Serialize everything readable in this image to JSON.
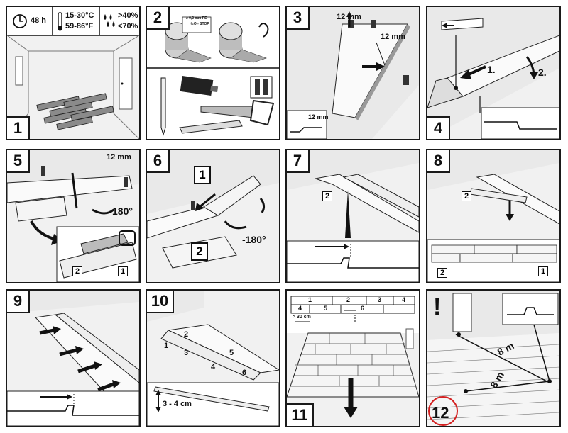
{
  "steps": {
    "s1": {
      "number": "1",
      "time": "48 h",
      "temp_c": "15-30°C",
      "temp_f": "59-86°F",
      "humidity_hi": ">40%",
      "humidity_lo": "<70%"
    },
    "s2": {
      "number": "2",
      "pe_label": "≥ 0,2 mm PE",
      "stop_label": "H₂O - STOP"
    },
    "s3": {
      "number": "3",
      "gap_top": "12 mm",
      "gap_side": "12 mm",
      "gap_detail": "12 mm"
    },
    "s4": {
      "number": "4",
      "arrow1": "1.",
      "arrow2": "2."
    },
    "s5": {
      "number": "5",
      "gap": "12 mm",
      "rotate": "180°",
      "board_a": "2",
      "board_b": "1"
    },
    "s6": {
      "number": "6",
      "board_top": "1",
      "rotate": "-180°",
      "board_bottom": "2"
    },
    "s7": {
      "number": "7",
      "board": "2"
    },
    "s8": {
      "number": "8",
      "board_top": "2",
      "board_left": "2",
      "board_right": "1"
    },
    "s9": {
      "number": "9"
    },
    "s10": {
      "number": "10",
      "order": [
        "1",
        "2",
        "3",
        "4",
        "5",
        "6"
      ],
      "height": "3 - 4 cm"
    },
    "s11": {
      "number": "11",
      "row1": [
        "1",
        "2",
        "3",
        "4"
      ],
      "row2": [
        "4",
        "5",
        "6"
      ],
      "min_offset": "> 30 cm"
    },
    "s12": {
      "number": "12",
      "warning": "!",
      "dim1": "8 m",
      "dim2": "8 m"
    }
  },
  "colors": {
    "highlight_circle": "#d42020",
    "ink": "#111111",
    "panel_bg": "#f1f1f1"
  }
}
